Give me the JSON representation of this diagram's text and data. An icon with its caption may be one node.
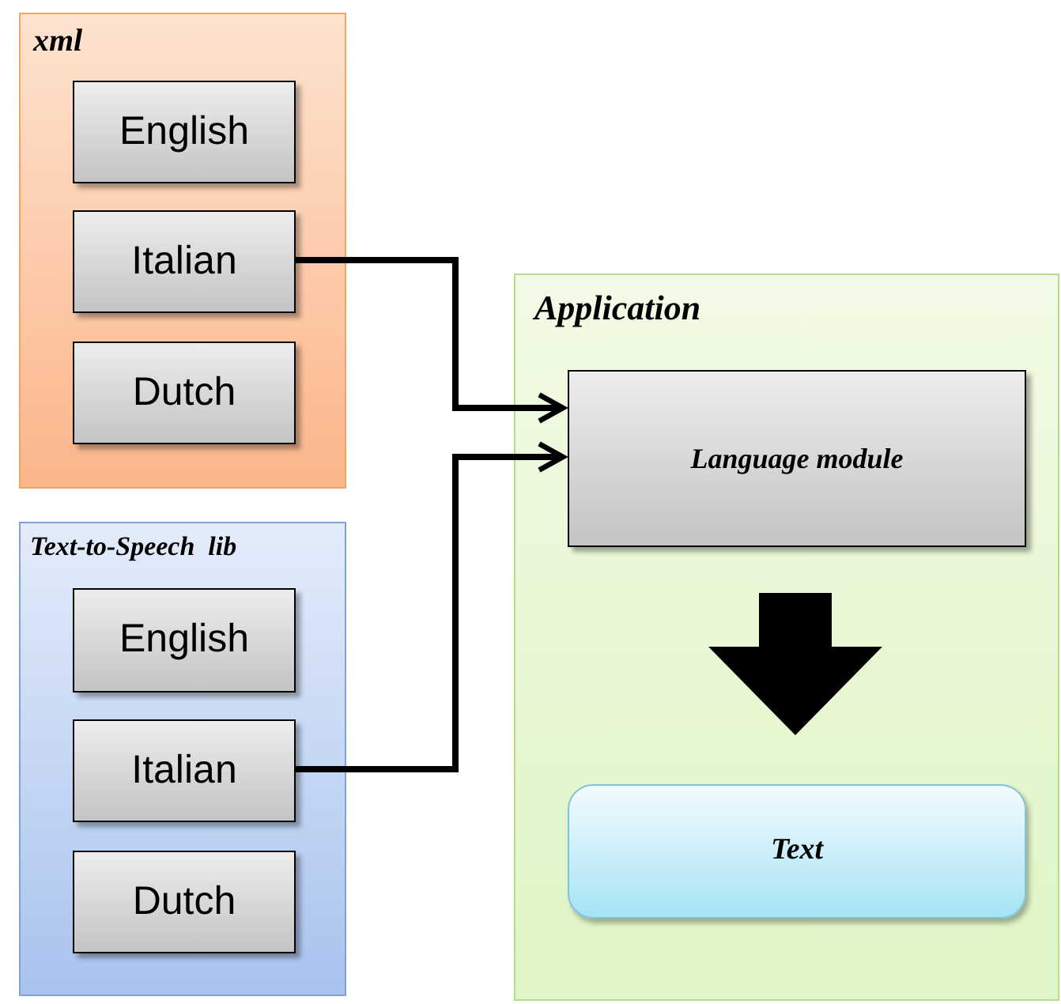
{
  "diagram": {
    "nodes": [
      {
        "text": [
          "xml"
        ]
      },
      {
        "text": [
          "English"
        ],
        "in": 0
      },
      {
        "text": [
          "Italian"
        ],
        "in": 0
      },
      {
        "text": [
          "Dutch"
        ],
        "in": 0
      },
      {
        "text": [
          "Text-to-Speech  lib"
        ]
      },
      {
        "text": [
          "English"
        ],
        "in": 4
      },
      {
        "text": [
          "Italian"
        ],
        "in": 4
      },
      {
        "text": [
          "Dutch"
        ],
        "in": 4
      },
      {
        "text": [
          "Application"
        ]
      },
      {
        "text": [
          "Language module"
        ],
        "in": 8
      },
      {
        "text": [
          "Text"
        ],
        "in": 8
      }
    ],
    "edges": [
      {
        "from": 2,
        "to": 9,
        "arrow": "to"
      },
      {
        "from": 6,
        "to": 9,
        "arrow": "to"
      },
      {
        "from": 9,
        "to": 10,
        "arrow": "to",
        "style": "thick"
      }
    ]
  }
}
